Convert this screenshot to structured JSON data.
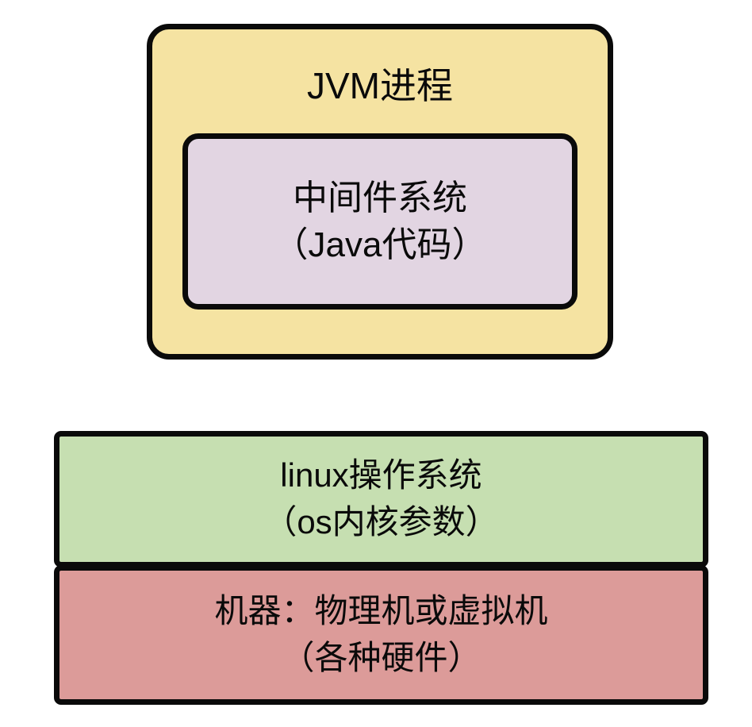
{
  "diagram": {
    "title_context": "JVM process layered architecture diagram",
    "border_color": "#0a0a0a",
    "background_color": "#ffffff",
    "jvm_box": {
      "label": "JVM进程",
      "fill": "#F5E3A2"
    },
    "middleware_box": {
      "line1": "中间件系统",
      "line2": "（Java代码）",
      "fill": "#E2D5E2"
    },
    "os_box": {
      "line1": "linux操作系统",
      "line2": "（os内核参数）",
      "fill": "#C6DFB1"
    },
    "machine_box": {
      "line1": "机器：物理机或虚拟机",
      "line2": "（各种硬件）",
      "fill": "#DC9B99"
    }
  }
}
